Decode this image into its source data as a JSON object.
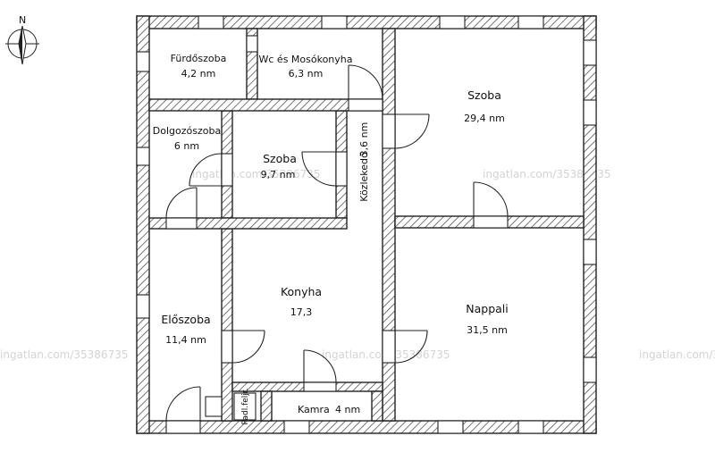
{
  "compass": {
    "label": "N"
  },
  "watermark": "ingatlan.com/35386735",
  "rooms": {
    "furdoszoba": {
      "name": "Fürdőszoba",
      "area": "4,2 nm"
    },
    "wc": {
      "name": "Wc és Mosókonyha",
      "area": "6,3 nm"
    },
    "szoba_big": {
      "name": "Szoba",
      "area": "29,4 nm"
    },
    "dolgozo": {
      "name": "Dolgozószoba",
      "area": "6 nm"
    },
    "szoba_small": {
      "name": "Szoba",
      "area": "9,7 nm"
    },
    "kozlekedo": {
      "name": "Közlekedő",
      "area": "3,6 nm"
    },
    "eloszoba": {
      "name": "Előszoba",
      "area": "11,4 nm"
    },
    "konyha": {
      "name": "Konyha",
      "area": "17,3"
    },
    "nappali": {
      "name": "Nappali",
      "area": "31,5 nm"
    },
    "kamra": {
      "name": "Kamra",
      "area": "4 nm"
    },
    "padlas": {
      "name": "Padl.feljr."
    }
  }
}
